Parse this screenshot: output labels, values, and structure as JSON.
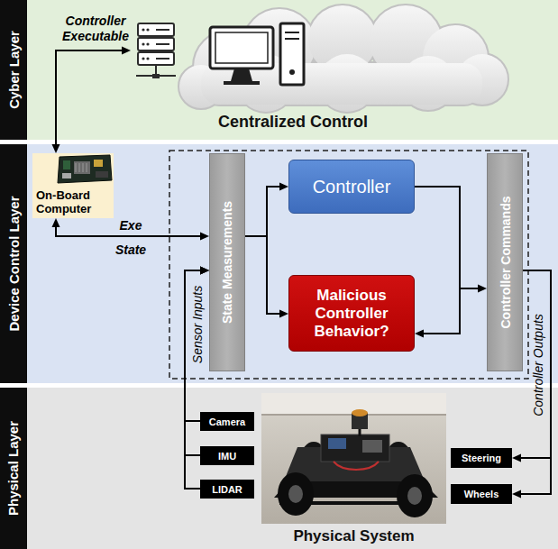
{
  "diagram": {
    "nodes": [
      {
        "text": [
          "Cyber Layer"
        ]
      },
      {
        "text": [
          "Centralized Control"
        ],
        "in": 0
      },
      {
        "text": [
          "Device Control Layer"
        ]
      },
      {
        "text": [
          "On-Board Computer"
        ],
        "in": 2
      },
      {
        "text": [
          "State Measurements"
        ],
        "in": 2
      },
      {
        "text": [
          "Controller"
        ],
        "in": 2
      },
      {
        "text": [
          "Malicious Controller Behavior?"
        ],
        "in": 2
      },
      {
        "text": [
          "Controller Commands"
        ],
        "in": 2
      },
      {
        "text": [
          "Physical Layer"
        ]
      },
      {
        "text": [
          "Camera"
        ],
        "in": 8
      },
      {
        "text": [
          "IMU"
        ],
        "in": 8
      },
      {
        "text": [
          "LIDAR"
        ],
        "in": 8
      },
      {
        "text": [
          "Physical System"
        ],
        "in": 8
      },
      {
        "text": [
          "Steering"
        ],
        "in": 8
      },
      {
        "text": [
          "Wheels"
        ],
        "in": 8
      }
    ],
    "edges": [
      {
        "from": 3,
        "to": 1,
        "arrow": "both",
        "label": "Controller Executable"
      },
      {
        "from": 3,
        "to": 4,
        "arrow": "both",
        "label": "Exe"
      },
      {
        "from": 9,
        "to": 4,
        "arrow": "to"
      },
      {
        "from": 10,
        "to": 4,
        "arrow": "to"
      },
      {
        "from": 11,
        "to": 4,
        "arrow": "to"
      },
      {
        "from": 4,
        "to": 5,
        "arrow": "to"
      },
      {
        "from": 4,
        "to": 6,
        "arrow": "to"
      },
      {
        "from": 5,
        "to": 7,
        "arrow": "to"
      },
      {
        "from": 5,
        "to": 6,
        "arrow": "to"
      },
      {
        "from": 7,
        "to": 13,
        "arrow": "to"
      },
      {
        "from": 7,
        "to": 14,
        "arrow": "to"
      }
    ],
    "labels": [
      "State",
      "Sensor Inputs",
      "Controller Outputs"
    ]
  }
}
